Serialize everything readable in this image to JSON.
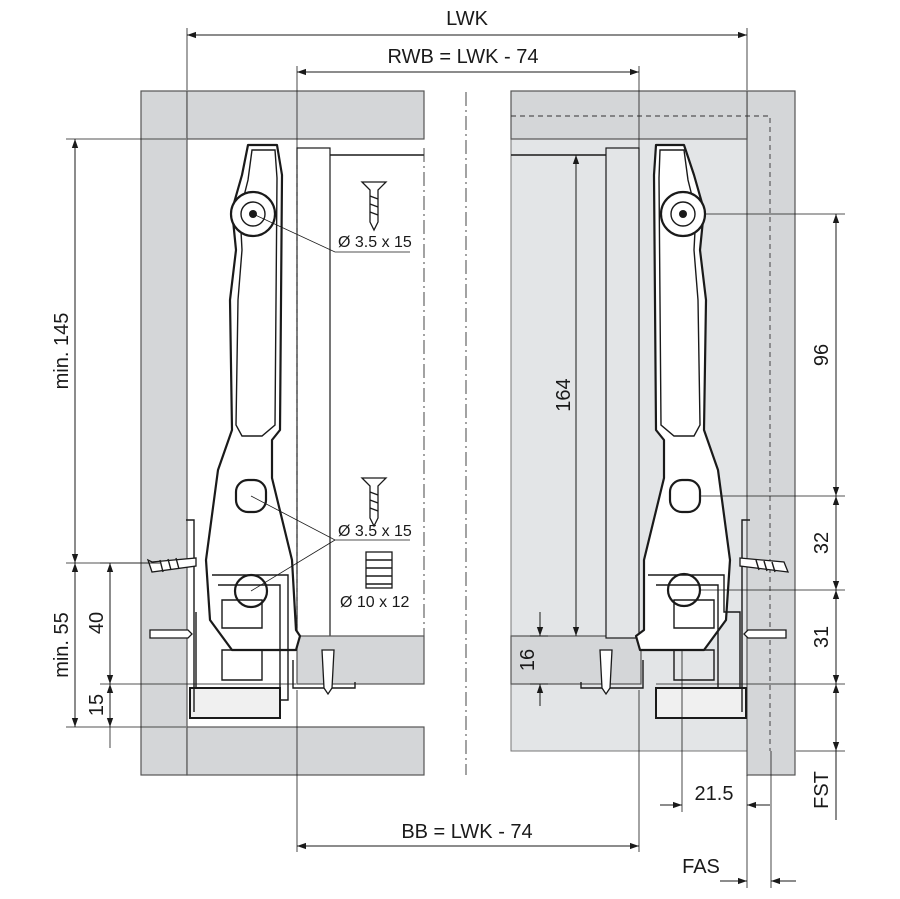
{
  "dimensions": {
    "lwk": "LWK",
    "rwb": "RWB = LWK - 74",
    "bb": "BB = LWK - 74",
    "min145": "min. 145",
    "min55": "min. 55",
    "d40": "40",
    "d15": "15",
    "d164": "164",
    "d16": "16",
    "d96": "96",
    "d32": "32",
    "d31": "31",
    "d21_5": "21.5",
    "fst": "FST",
    "fas": "FAS"
  },
  "notes": {
    "screw_top": "Ø 3.5 x 15",
    "screw_mid": "Ø 3.5 x 15",
    "dowel": "Ø 10 x 12"
  },
  "colors": {
    "panel": "#d4d6d8",
    "line": "#1a1a1a"
  }
}
